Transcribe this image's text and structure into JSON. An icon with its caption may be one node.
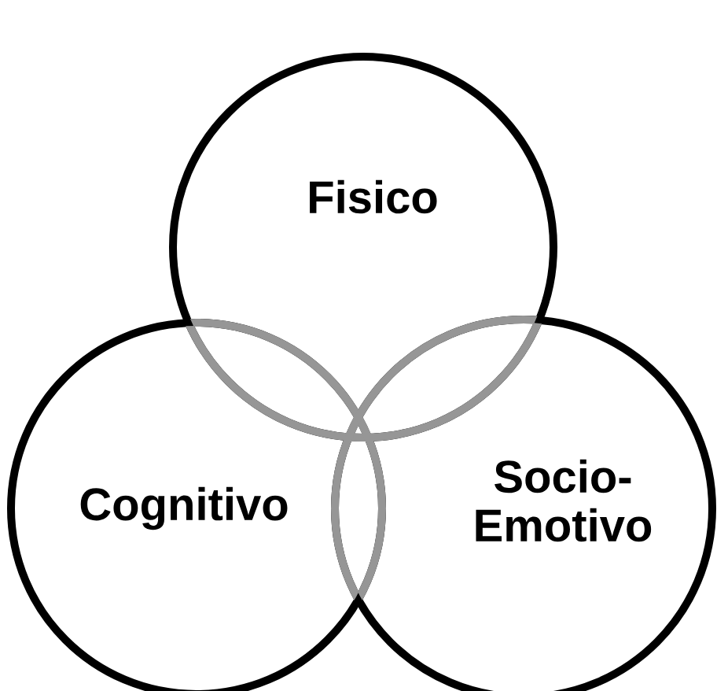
{
  "diagram": {
    "nodes": [
      {
        "text": [
          "Fisico"
        ]
      },
      {
        "text": [
          "Cognitivo"
        ]
      },
      {
        "text": [
          "Socio-Emotivo"
        ]
      }
    ]
  }
}
